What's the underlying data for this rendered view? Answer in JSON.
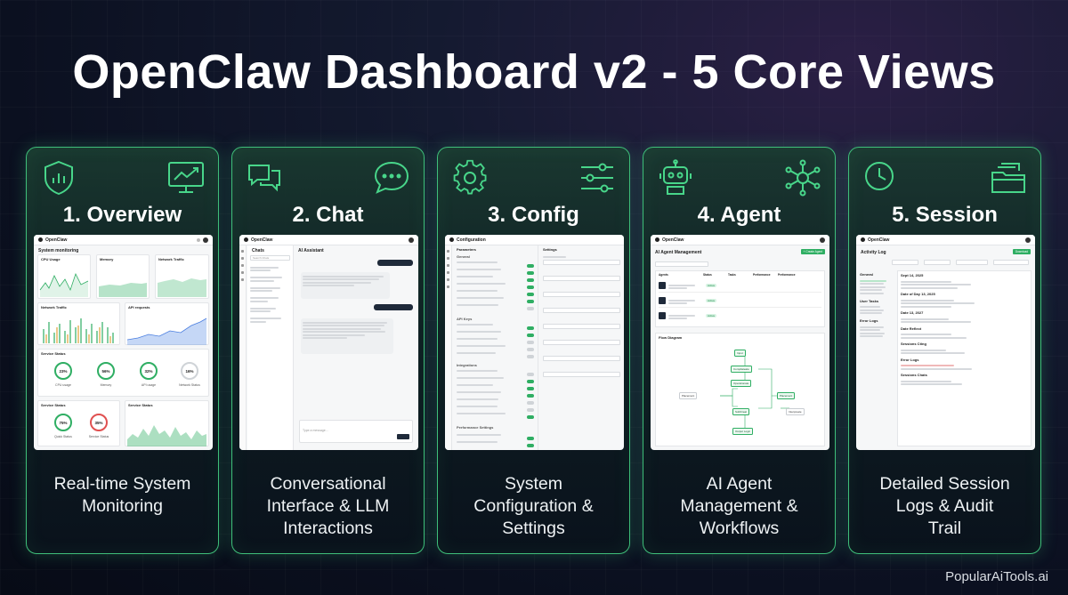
{
  "title": "OpenClaw Dashboard v2 - 5 Core Views",
  "credit": "PopularAiTools.ai",
  "accent": "#3fbf7a",
  "cards": [
    {
      "heading": "1. Overview",
      "caption": "Real-time System\nMonitoring",
      "icons": [
        "shield-chart-icon",
        "monitor-chart-icon"
      ],
      "shot": {
        "brand": "OpenClaw",
        "subtitle": "System monitoring",
        "panels": [
          "CPU Usage",
          "Memory",
          "Network Traffic",
          "Network Traffic",
          "API requests",
          "Service Status",
          "Service Status",
          "Service Status"
        ],
        "gauges": [
          {
            "value": "23%",
            "label": "CPU usage"
          },
          {
            "value": "56%",
            "label": "Memory"
          },
          {
            "value": "32%",
            "label": "API usage"
          },
          {
            "value": "16%",
            "label": "Network Status"
          }
        ],
        "gauges2": [
          {
            "value": "75%",
            "label": "Quick Status"
          },
          {
            "value": "35%",
            "label": "Service Status"
          }
        ]
      }
    },
    {
      "heading": "2. Chat",
      "caption": "Conversational\nInterface & LLM\nInteractions",
      "icons": [
        "chat-bubbles-icon",
        "chat-dots-icon"
      ],
      "shot": {
        "brand": "OpenClaw",
        "list_title": "Chats",
        "search": "Search Chats",
        "chat_title": "AI Assistant",
        "input": "Type a message..."
      }
    },
    {
      "heading": "3. Config",
      "caption": "System\nConfiguration &\nSettings",
      "icons": [
        "gear-icon",
        "sliders-icon"
      ],
      "shot": {
        "brand": "Configuration",
        "left_title": "Parameters",
        "right_title": "Settings",
        "sections": [
          "General",
          "API Keys",
          "Integrations",
          "Performance Settings"
        ]
      }
    },
    {
      "heading": "4. Agent",
      "caption": "AI Agent\nManagement &\nWorkflows",
      "icons": [
        "robot-icon",
        "network-hub-icon"
      ],
      "shot": {
        "brand": "OpenClaw",
        "title": "AI Agent Management",
        "button": "+ Create Agent",
        "columns": [
          "Agents",
          "Status",
          "Tasks",
          "Performance",
          "Performance"
        ],
        "flow_title": "Flow Diagram",
        "nodes": [
          "Input",
          "Compilateate",
          "Operationate",
          "Placement",
          "Subthreat",
          "Interpreate",
          "Output Logic",
          "Placement"
        ]
      }
    },
    {
      "heading": "5. Session",
      "caption": "Detailed Session\nLogs & Audit\nTrail",
      "icons": [
        "clock-icon",
        "folder-files-icon"
      ],
      "shot": {
        "brand": "OpenClaw",
        "title": "Activity Log",
        "button": "Download",
        "groups": [
          "General",
          "User Tasks",
          "Error Logs"
        ],
        "days": [
          "Sept 14, 2025",
          "Date of Day 13, 2025",
          "Date 13, 2027",
          "Date Reflect",
          "Sessions Cting",
          "Error Logs",
          "Sessions Chats"
        ]
      }
    }
  ]
}
